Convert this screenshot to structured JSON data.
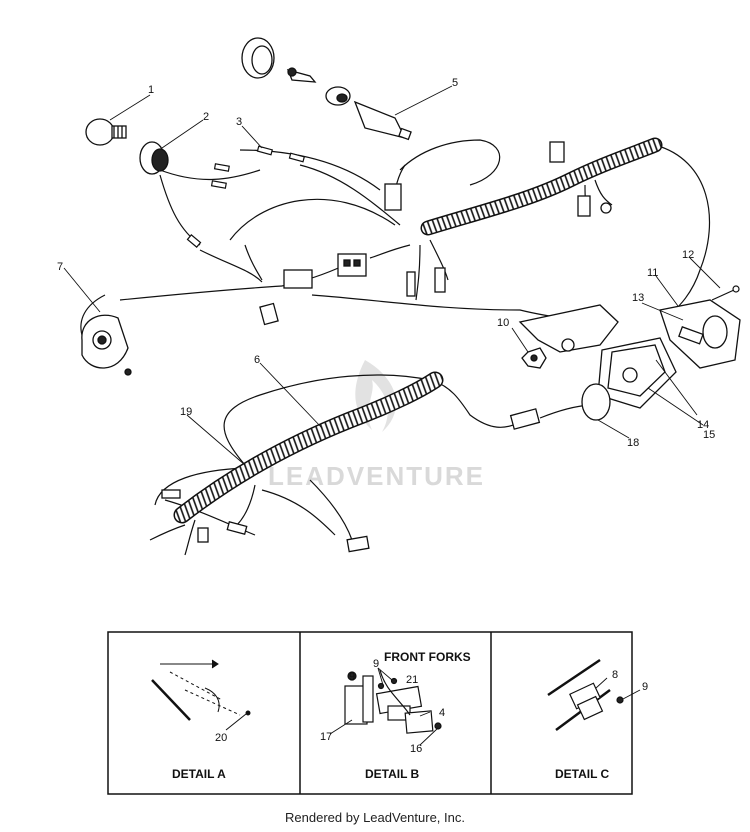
{
  "callouts": {
    "c1": "1",
    "c2": "2",
    "c3": "3",
    "c4": "4",
    "c5": "5",
    "c6": "6",
    "c7": "7",
    "c8": "8",
    "c9": "9",
    "c10": "10",
    "c11": "11",
    "c12": "12",
    "c13": "13",
    "c14": "14",
    "c15": "15",
    "c16": "16",
    "c17": "17",
    "c18": "18",
    "c19": "19",
    "c20": "20",
    "c21": "21"
  },
  "watermark": "LEADVENTURE",
  "details": {
    "a_title": "DETAIL A",
    "b_title": "DETAIL B",
    "c_title": "DETAIL C",
    "b_header": "FRONT FORKS"
  },
  "footer": "Rendered by LeadVenture, Inc."
}
